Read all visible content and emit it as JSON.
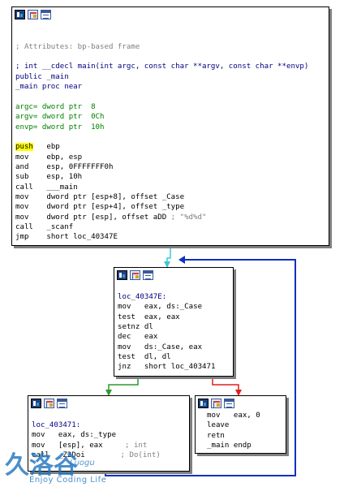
{
  "nodes": {
    "entry": {
      "lines": [
        {
          "text": "",
          "kind": "plain"
        },
        {
          "text": "",
          "kind": "plain"
        },
        {
          "text": "; Attributes: bp-based frame",
          "kind": "comment"
        },
        {
          "text": "",
          "kind": "plain"
        },
        {
          "text": "; int __cdecl main(int argc, const char **argv, const char **envp)",
          "kind": "navy"
        },
        {
          "text": "public _main",
          "kind": "navy"
        },
        {
          "text": "_main proc near",
          "kind": "navy"
        },
        {
          "text": "",
          "kind": "plain"
        },
        {
          "text": "argc= dword ptr  8",
          "kind": "green"
        },
        {
          "text": "argv= dword ptr  0Ch",
          "kind": "green"
        },
        {
          "text": "envp= dword ptr  10h",
          "kind": "green"
        },
        {
          "text": "",
          "kind": "plain"
        }
      ],
      "instructions": [
        {
          "mnem": "push",
          "ops": "ebp",
          "highlight": true
        },
        {
          "mnem": "mov",
          "ops": "ebp, esp"
        },
        {
          "mnem": "and",
          "ops": "esp, 0FFFFFFF0h"
        },
        {
          "mnem": "sub",
          "ops": "esp, 10h"
        },
        {
          "mnem": "call",
          "ops": "___main"
        },
        {
          "mnem": "mov",
          "ops": "dword ptr [esp+8], offset _Case"
        },
        {
          "mnem": "mov",
          "ops": "dword ptr [esp+4], offset _type"
        },
        {
          "mnem": "mov",
          "ops": "dword ptr [esp], offset aDD",
          "comment": " ; \"%d%d\""
        },
        {
          "mnem": "call",
          "ops": "_scanf"
        },
        {
          "mnem": "jmp",
          "ops": "short loc_40347E"
        }
      ]
    },
    "loop": {
      "label": "loc_40347E:",
      "instructions": [
        {
          "mnem": "mov",
          "ops": "eax, ds:_Case"
        },
        {
          "mnem": "test",
          "ops": "eax, eax"
        },
        {
          "mnem": "setnz",
          "ops": "dl"
        },
        {
          "mnem": "dec",
          "ops": "eax"
        },
        {
          "mnem": "mov",
          "ops": "ds:_Case, eax"
        },
        {
          "mnem": "test",
          "ops": "dl, dl"
        },
        {
          "mnem": "jnz",
          "ops": "short loc_403471"
        }
      ]
    },
    "body": {
      "label": "loc_403471:",
      "instructions": [
        {
          "mnem": "mov",
          "ops": "eax, ds:_type"
        },
        {
          "mnem": "mov",
          "ops": "[esp], eax",
          "comment": "     ; int"
        },
        {
          "mnem": "call",
          "ops": "_Z2Doi",
          "comment": "        ; Do(int)"
        }
      ]
    },
    "exit": {
      "instructions": [
        {
          "mnem": "mov",
          "ops": "eax, 0"
        },
        {
          "mnem": "leave",
          "ops": ""
        },
        {
          "mnem": "retn",
          "ops": ""
        },
        {
          "mnem": "_main endp",
          "ops": ""
        }
      ]
    }
  },
  "watermark": {
    "logo_text": "洛谷",
    "logo_prefix": "久",
    "sub_text": "Luogu",
    "tagline": "Enjoy Coding Life"
  },
  "colors": {
    "edge_unconditional": "#38c8d8",
    "edge_true": "#2e9a2e",
    "edge_false": "#e02020",
    "edge_back": "#1030c0",
    "navy_text": "#000080",
    "green_text": "#008000",
    "highlight": "#ffff00"
  },
  "icons": [
    "graph-node-icon",
    "edit-node-icon",
    "node-list-icon"
  ]
}
